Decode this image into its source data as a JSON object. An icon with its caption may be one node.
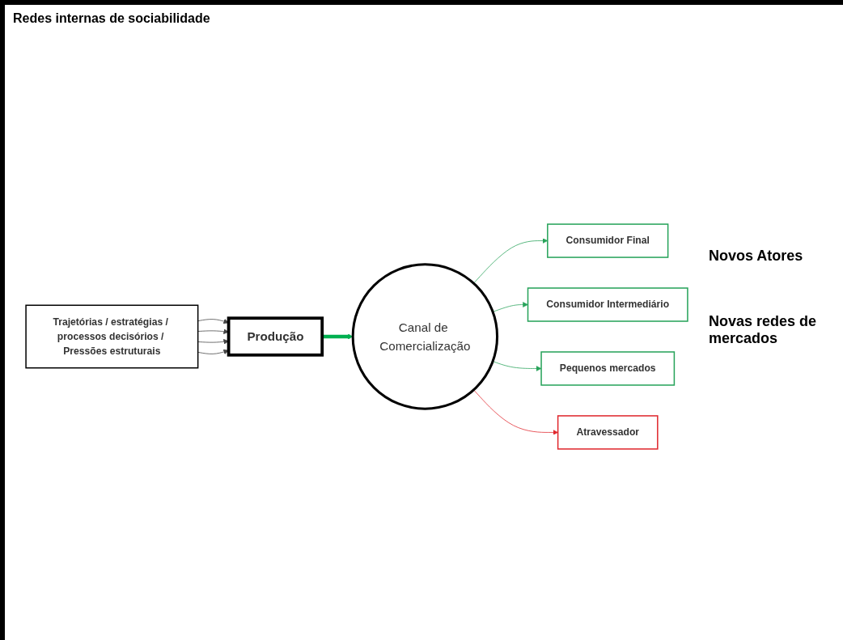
{
  "diagram": {
    "nodes": [
      {
        "text": [
          "Produção"
        ]
      },
      {
        "text": [
          "Canal de Comercialização"
        ]
      },
      {
        "text": [
          "Consumidor Final"
        ]
      },
      {
        "text": [
          "Consumidor Intermediário"
        ]
      },
      {
        "text": [
          "Pequenos mercados"
        ]
      },
      {
        "text": [
          "Atravessador"
        ]
      },
      {
        "text": [
          "Trajetórias / estratégias / processos decisórios / Pressões estruturais"
        ]
      }
    ],
    "edges": [
      {
        "from": 0,
        "to": 1,
        "arrow": "to",
        "style": "thick",
        "color": "#00b050"
      },
      {
        "from": 6,
        "to": 0,
        "arrow": "to"
      },
      {
        "from": 6,
        "to": 0,
        "arrow": "to"
      },
      {
        "from": 6,
        "to": 0,
        "arrow": "to"
      },
      {
        "from": 6,
        "to": 0,
        "arrow": "to"
      },
      {
        "from": 1,
        "to": 2,
        "arrow": "to",
        "color": "#27a35a"
      },
      {
        "from": 1,
        "to": 3,
        "arrow": "to",
        "color": "#27a35a"
      },
      {
        "from": 1,
        "to": 4,
        "arrow": "to",
        "color": "#27a35a"
      },
      {
        "from": 1,
        "to": 5,
        "arrow": "to",
        "color": "#e0282e"
      }
    ],
    "labels": [
      "Redes internas de sociabilidade",
      "Novos Atores",
      "Novas redes de mercados"
    ]
  }
}
